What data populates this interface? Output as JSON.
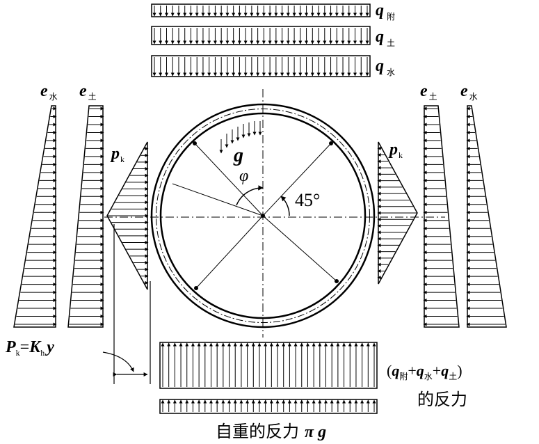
{
  "labels": {
    "q_fu": {
      "main": "q",
      "sub": "附"
    },
    "q_tu": {
      "main": "q",
      "sub": "土"
    },
    "q_shui": {
      "main": "q",
      "sub": "水"
    },
    "e_shui_left": {
      "main": "e",
      "sub": "水"
    },
    "e_tu_left": {
      "main": "e",
      "sub": "土"
    },
    "e_tu_right": {
      "main": "e",
      "sub": "土"
    },
    "e_shui_right": {
      "main": "e",
      "sub": "水"
    },
    "pk_left": {
      "main": "p",
      "sub": "k"
    },
    "pk_right": {
      "main": "p",
      "sub": "k"
    },
    "g": "g",
    "phi": "φ",
    "angle": "45°",
    "pk_formula": {
      "p": "P",
      "sub_k": "k",
      "eq": "=",
      "K": "K",
      "sub_h": "h",
      "y": "y"
    },
    "reaction_sum": {
      "open": "(",
      "q1": "q",
      "s1": "附",
      "plus1": "+",
      "q2": "q",
      "s2": "水",
      "plus2": "+",
      "q3": "q",
      "s3": "土",
      "close": ")"
    },
    "reaction_sum_text": "的反力",
    "self_weight_reaction": "自重的反力",
    "self_weight_symbol": "π g"
  }
}
